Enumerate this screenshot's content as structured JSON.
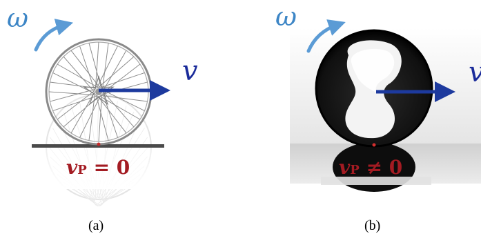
{
  "panel_a": {
    "omega_label": "ω",
    "velocity_label": "v",
    "condition": {
      "var": "v",
      "sub": "P",
      "op": " = 0"
    },
    "caption": "(a)"
  },
  "panel_b": {
    "omega_label": "ω",
    "velocity_label": "v",
    "condition": {
      "var": "v",
      "sub": "P",
      "op": " ≠ 0"
    },
    "caption": "(b)"
  },
  "colors": {
    "rotation_arrow": "#5b9bd5",
    "velocity_arrow": "#1d3a9e",
    "contact_point": "#c62828",
    "condition_text": "#a31b22",
    "wheel": "#8c8c8c",
    "ground": "#4a4a4a"
  }
}
